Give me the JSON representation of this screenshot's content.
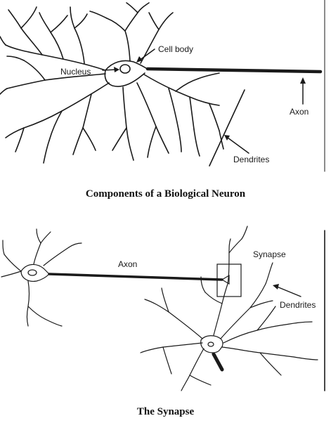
{
  "figures": [
    {
      "caption": "Components of a Biological Neuron",
      "labels": {
        "cell_body": "Cell body",
        "nucleus": "Nucleus",
        "axon": "Axon",
        "dendrites": "Dendrites"
      }
    },
    {
      "caption": "The Synapse",
      "labels": {
        "axon": "Axon",
        "synapse": "Synapse",
        "dendrites": "Dendrites"
      }
    }
  ]
}
